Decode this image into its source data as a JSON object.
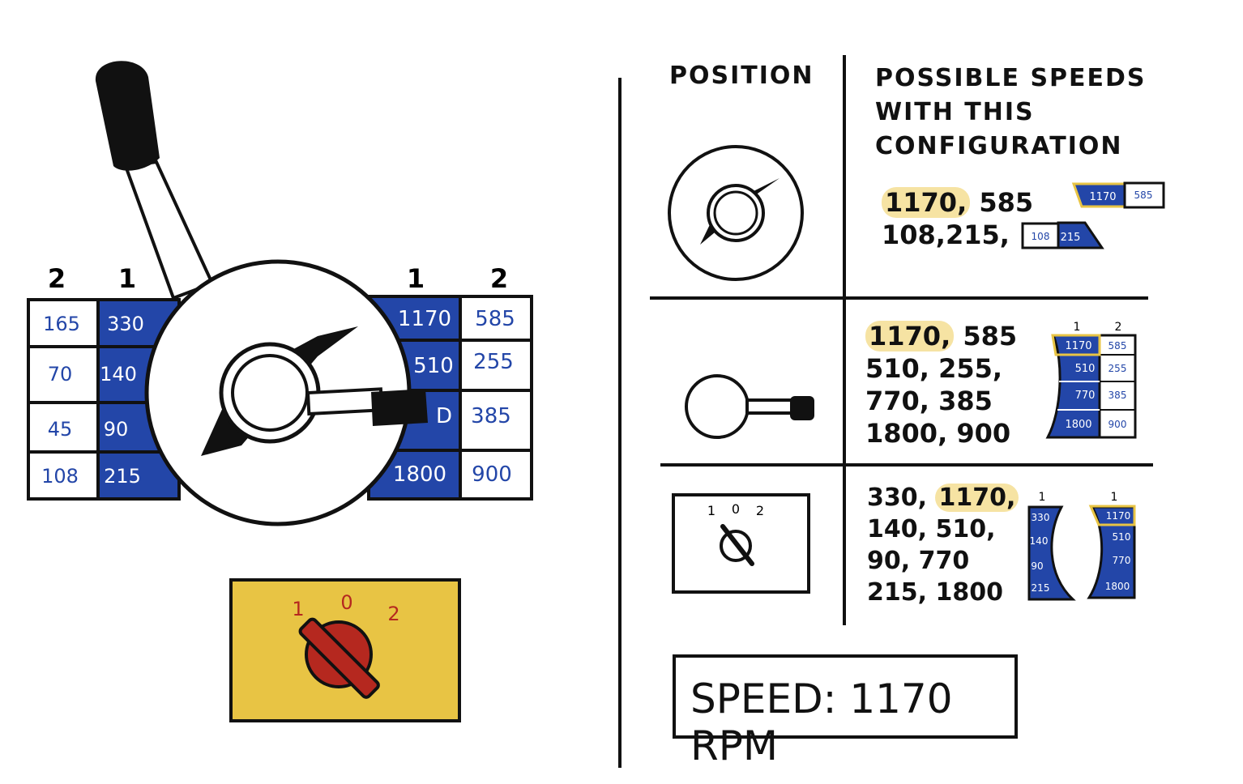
{
  "lever_panel": {
    "left_group_labels": [
      "2",
      "1"
    ],
    "right_group_labels": [
      "1",
      "2"
    ],
    "left_table": [
      [
        "165",
        "330"
      ],
      [
        "70",
        "140"
      ],
      [
        "45",
        "90"
      ],
      [
        "108",
        "215"
      ]
    ],
    "right_table": [
      [
        "1170",
        "585"
      ],
      [
        "510",
        "255"
      ],
      [
        "D",
        "385"
      ],
      [
        "1800",
        "900"
      ]
    ]
  },
  "selector_switch": {
    "labels": [
      "1",
      "0",
      "2"
    ]
  },
  "table": {
    "header_position": "POSITION",
    "header_speeds": "POSSIBLE SPEEDS WITH THIS CONFIGURATION",
    "rows": [
      {
        "speeds_lines": [
          [
            {
              "text": "1170,",
              "highlight": true
            },
            {
              "text": " 585",
              "highlight": false
            }
          ],
          [
            {
              "text": "108,215,",
              "highlight": false
            }
          ]
        ],
        "mini_top": [
          "1170",
          "585"
        ],
        "mini_bottom": [
          "108",
          "215"
        ]
      },
      {
        "speeds_lines": [
          [
            {
              "text": "1170,",
              "highlight": true
            },
            {
              "text": " 585",
              "highlight": false
            }
          ],
          [
            {
              "text": "510, 255,",
              "highlight": false
            }
          ],
          [
            {
              "text": "770, 385",
              "highlight": false
            }
          ],
          [
            {
              "text": "1800, 900",
              "highlight": false
            }
          ]
        ],
        "mini_col_labels": [
          "1",
          "2"
        ],
        "mini_grid": [
          [
            "1170",
            "585"
          ],
          [
            "510",
            "255"
          ],
          [
            "770",
            "385"
          ],
          [
            "1800",
            "900"
          ]
        ]
      },
      {
        "switch_labels": [
          "1",
          "0",
          "2"
        ],
        "speeds_lines": [
          [
            {
              "text": "330, ",
              "highlight": false
            },
            {
              "text": "1170,",
              "highlight": true
            }
          ],
          [
            {
              "text": "140, 510,",
              "highlight": false
            }
          ],
          [
            {
              "text": "90, 770",
              "highlight": false
            }
          ],
          [
            {
              "text": "215, 1800",
              "highlight": false
            }
          ]
        ],
        "mini_left_label": "1",
        "mini_left": [
          "330",
          "140",
          "90",
          "215"
        ],
        "mini_right_label": "1",
        "mini_right": [
          "1170",
          "510",
          "770",
          "1800"
        ]
      }
    ]
  },
  "speed_display": {
    "text": "SPEED: 1170 RPM"
  },
  "colors": {
    "blue": "#2346a8",
    "yellow": "#e8c444",
    "red": "#b5281f",
    "highlight": "#f6e3a3"
  }
}
